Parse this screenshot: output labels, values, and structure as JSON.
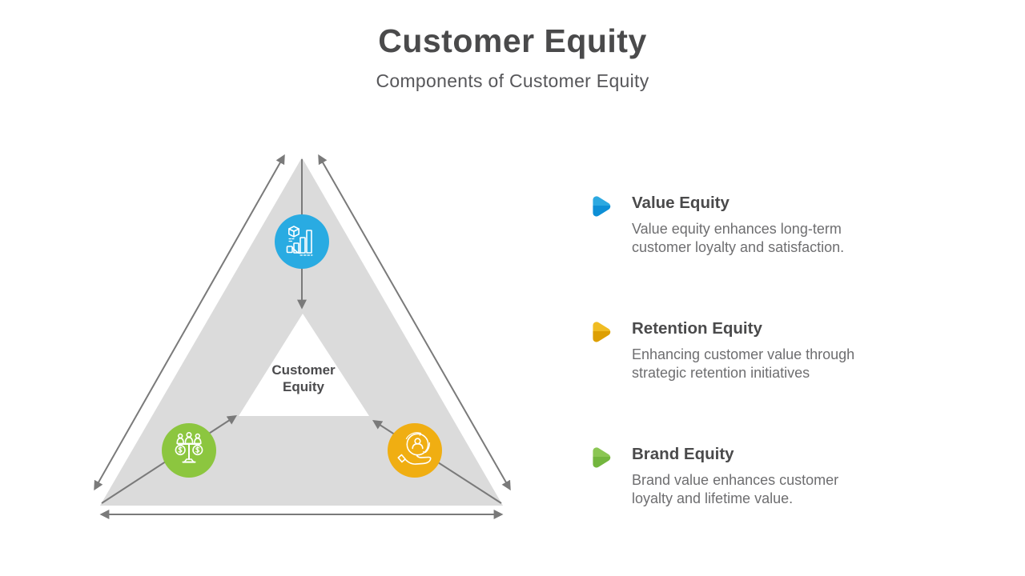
{
  "title": "Customer Equity",
  "subtitle": "Components of Customer Equity",
  "diagram": {
    "center_label": "Customer Equity",
    "triangle_fill": "#dbdbdb",
    "inner_triangle_fill": "#ffffff",
    "arrow_color": "#7a7a7a",
    "nodes": [
      {
        "icon": "value-growth-chart-icon",
        "color": "#29abe2"
      },
      {
        "icon": "brand-balance-scale-icon",
        "color": "#8cc63f"
      },
      {
        "icon": "customer-retention-hand-icon",
        "color": "#f0ae12"
      }
    ]
  },
  "items": [
    {
      "bullet_icon": "play-triangle-icon",
      "title": "Value Equity",
      "description": "Value equity enhances long-term\ncustomer loyalty and satisfaction.",
      "icon_color_top": "#2ca9e1",
      "icon_color_bottom": "#0e8fd6"
    },
    {
      "bullet_icon": "play-triangle-icon",
      "title": "Retention Equity",
      "description": "Enhancing customer value through\nstrategic retention initiatives",
      "icon_color_top": "#f0bc22",
      "icon_color_bottom": "#dd9f02"
    },
    {
      "bullet_icon": "play-triangle-icon",
      "title": "Brand Equity",
      "description": "Brand value enhances customer\nloyalty and lifetime value.",
      "icon_color_top": "#8bc653",
      "icon_color_bottom": "#73b63e"
    }
  ]
}
